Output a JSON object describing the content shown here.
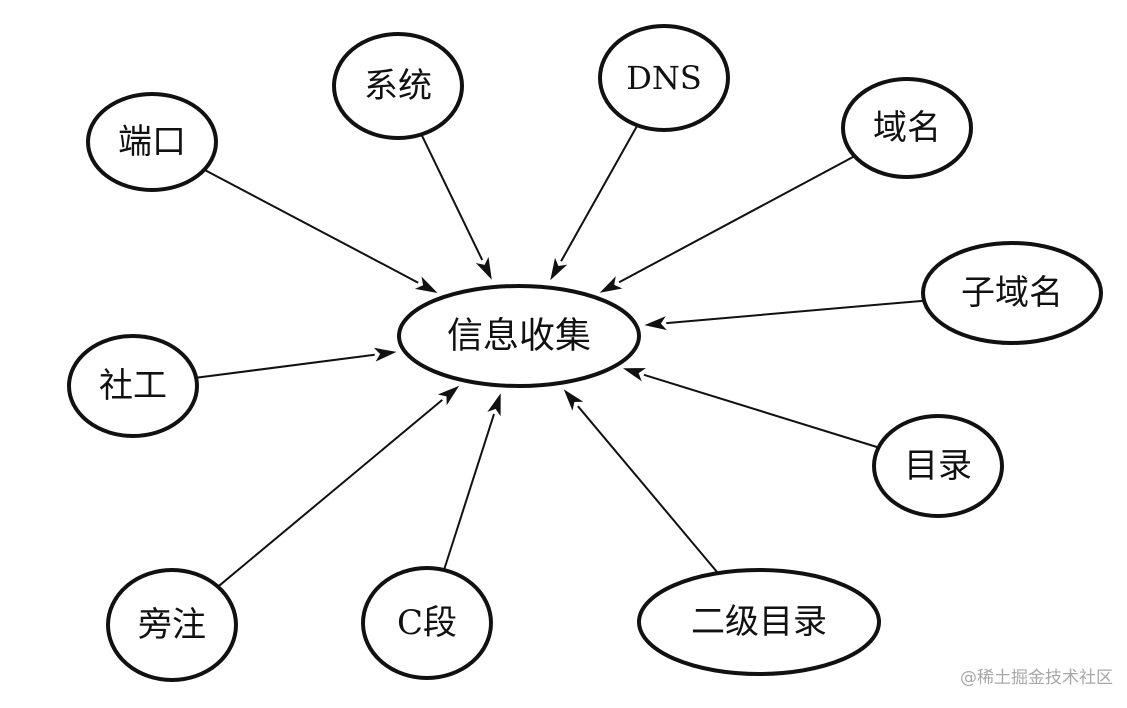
{
  "center": {
    "id": "center",
    "label": "信息收集"
  },
  "nodes": [
    {
      "id": "port",
      "label": "端口"
    },
    {
      "id": "system",
      "label": "系统"
    },
    {
      "id": "dns",
      "label": "DNS"
    },
    {
      "id": "domain",
      "label": "域名"
    },
    {
      "id": "subdomain",
      "label": "子域名"
    },
    {
      "id": "directory",
      "label": "目录"
    },
    {
      "id": "second-level-directory",
      "label": "二级目录"
    },
    {
      "id": "c-segment",
      "label": "C段"
    },
    {
      "id": "side-site",
      "label": "旁注"
    },
    {
      "id": "social-engineering",
      "label": "社工"
    }
  ],
  "edges": [
    {
      "from": "port",
      "to": "center"
    },
    {
      "from": "system",
      "to": "center"
    },
    {
      "from": "dns",
      "to": "center"
    },
    {
      "from": "domain",
      "to": "center"
    },
    {
      "from": "subdomain",
      "to": "center"
    },
    {
      "from": "directory",
      "to": "center"
    },
    {
      "from": "second-level-directory",
      "to": "center"
    },
    {
      "from": "c-segment",
      "to": "center"
    },
    {
      "from": "side-site",
      "to": "center"
    },
    {
      "from": "social-engineering",
      "to": "center"
    }
  ],
  "colors": {
    "stroke": "#111111",
    "fill": "#ffffff",
    "watermark": "#a8a8a8"
  },
  "watermark": "@稀土掘金技术社区"
}
